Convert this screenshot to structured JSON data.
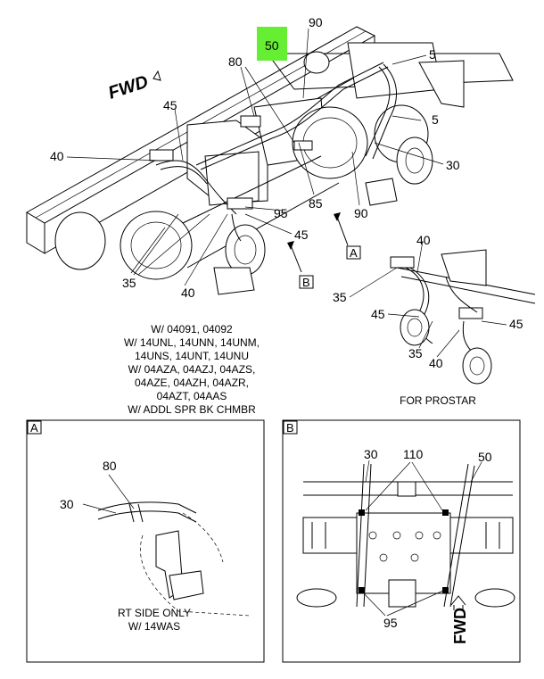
{
  "highlight": {
    "label": "50",
    "color": "#66ee33"
  },
  "fwd_label": "FWD",
  "callouts_main": [
    "90",
    "5",
    "80",
    "45",
    "5",
    "40",
    "30",
    "85",
    "95",
    "90",
    "45",
    "35",
    "40"
  ],
  "section_refs": {
    "a": "A",
    "b": "B"
  },
  "applicability_note": [
    "W/ 04091, 04092",
    "W/ 14UNL, 14UNN, 14UNM,",
    "14UNS, 14UNT, 14UNU",
    "W/ 04AZA, 04AZJ, 04AZS,",
    "04AZE, 04AZH, 04AZR,",
    "04AZT, 04AAS",
    "W/ ADDL SPR BK CHMBR"
  ],
  "prostar": {
    "callouts": [
      "40",
      "35",
      "45",
      "45",
      "35",
      "40"
    ],
    "caption": "FOR PROSTAR"
  },
  "detail_a": {
    "tag": "A",
    "callouts": [
      "80",
      "30"
    ],
    "caption": [
      "RT SIDE ONLY",
      "W/ 14WAS"
    ]
  },
  "detail_b": {
    "tag": "B",
    "callouts": [
      "30",
      "110",
      "50",
      "95"
    ],
    "fwd_label": "FWD"
  }
}
